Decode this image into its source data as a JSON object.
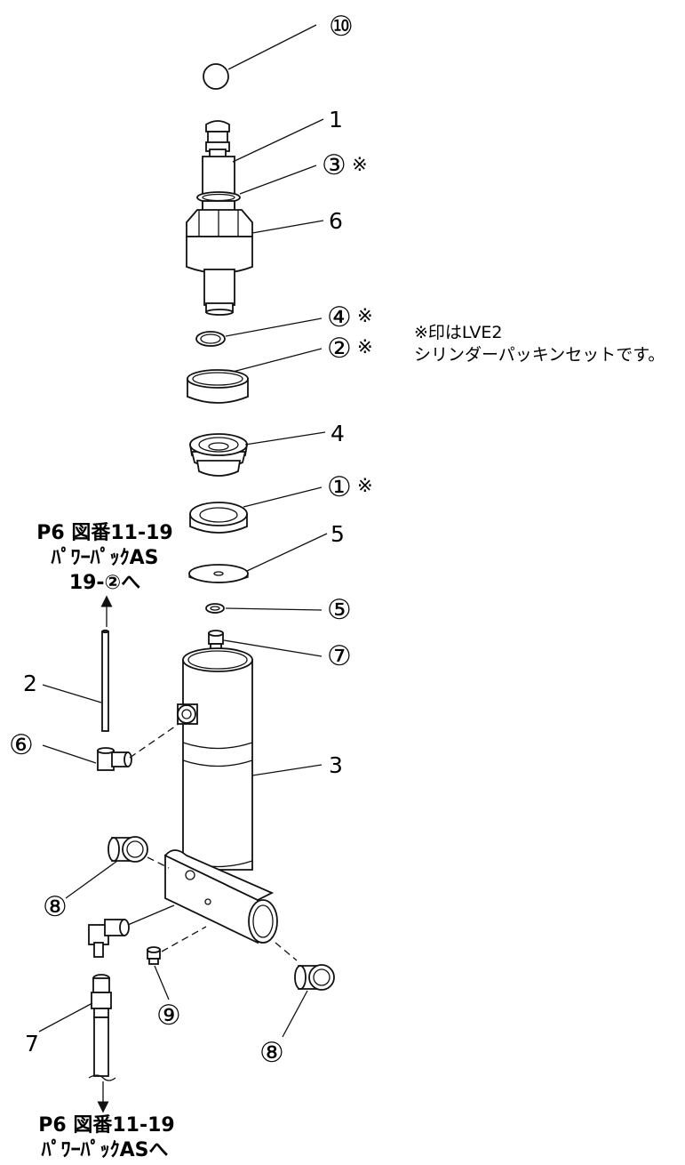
{
  "callouts": {
    "c10": "⑩",
    "p1": "1",
    "c3": "③",
    "p6": "6",
    "c4": "④",
    "c2": "②",
    "p4": "4",
    "c1": "①",
    "p5": "5",
    "c5": "⑤",
    "c7": "⑦",
    "p2": "2",
    "c6": "⑥",
    "p3": "3",
    "c8_left": "⑧",
    "c9": "⑨",
    "c8_right": "⑧",
    "p7": "7"
  },
  "asterisk": "※",
  "note": {
    "line1": "※印はLVE2",
    "line2": "シリンダーパッキンセットです。"
  },
  "ref_upper": {
    "line1": "P6 図番11-19",
    "line2": "ﾊﾟﾜｰﾊﾟｯｸAS",
    "line3": "19-②へ"
  },
  "ref_lower": {
    "line1": "P6 図番11-19",
    "line2": "ﾊﾟﾜｰﾊﾟｯｸASへ"
  }
}
